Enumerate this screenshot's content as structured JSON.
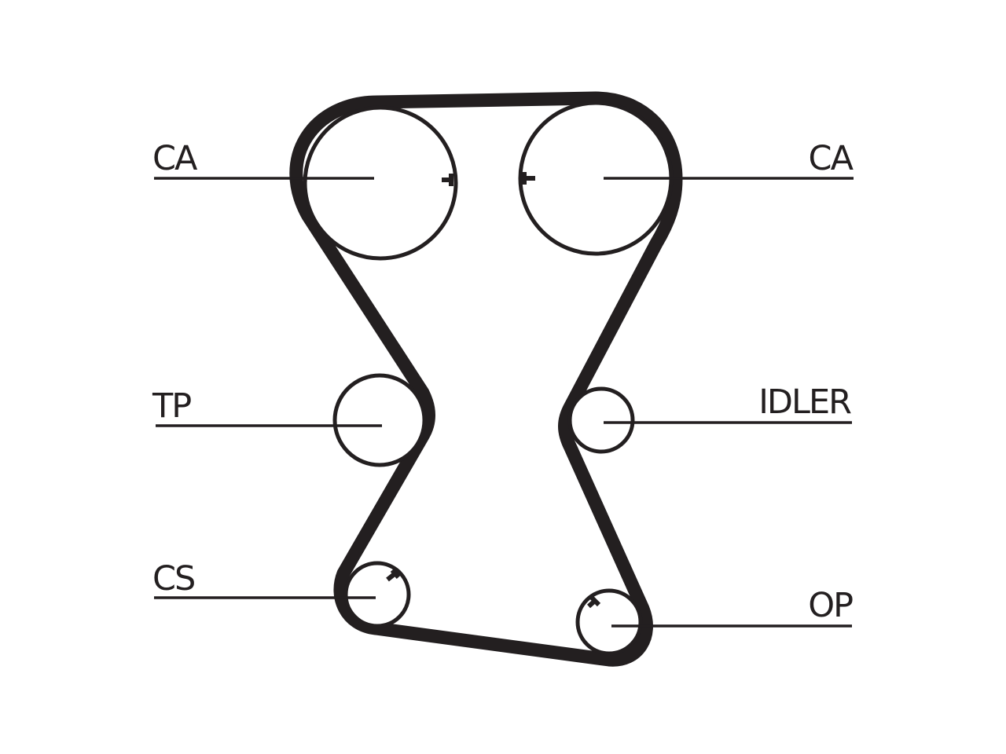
{
  "diagram": {
    "line_color": "#231f20",
    "background": "#ffffff",
    "labels": {
      "ca_left": "CA",
      "ca_right": "CA",
      "tp": "TP",
      "idler": "IDLER",
      "cs": "CS",
      "op": "OP"
    }
  }
}
